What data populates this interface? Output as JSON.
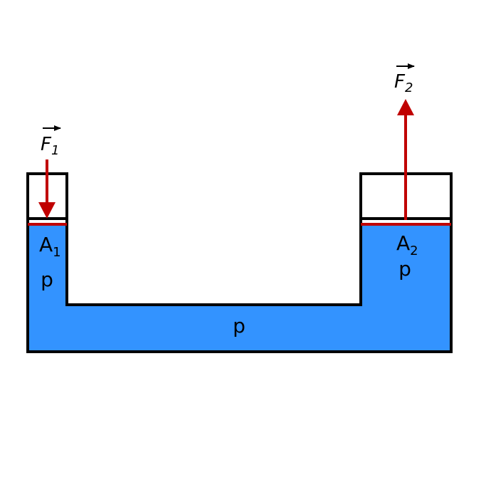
{
  "labels": {
    "force_left": {
      "main": "F",
      "sub": "1"
    },
    "force_right": {
      "main": "F",
      "sub": "2"
    },
    "area_left": {
      "main": "A",
      "sub": "1"
    },
    "area_right": {
      "main": "A",
      "sub": "2"
    },
    "pressure_left": "p",
    "pressure_right": "p",
    "pressure_bottom": "p"
  },
  "colors": {
    "fluid": "#3393FF",
    "outline": "#000000",
    "piston": "#C00000",
    "arrow": "#C00000"
  }
}
